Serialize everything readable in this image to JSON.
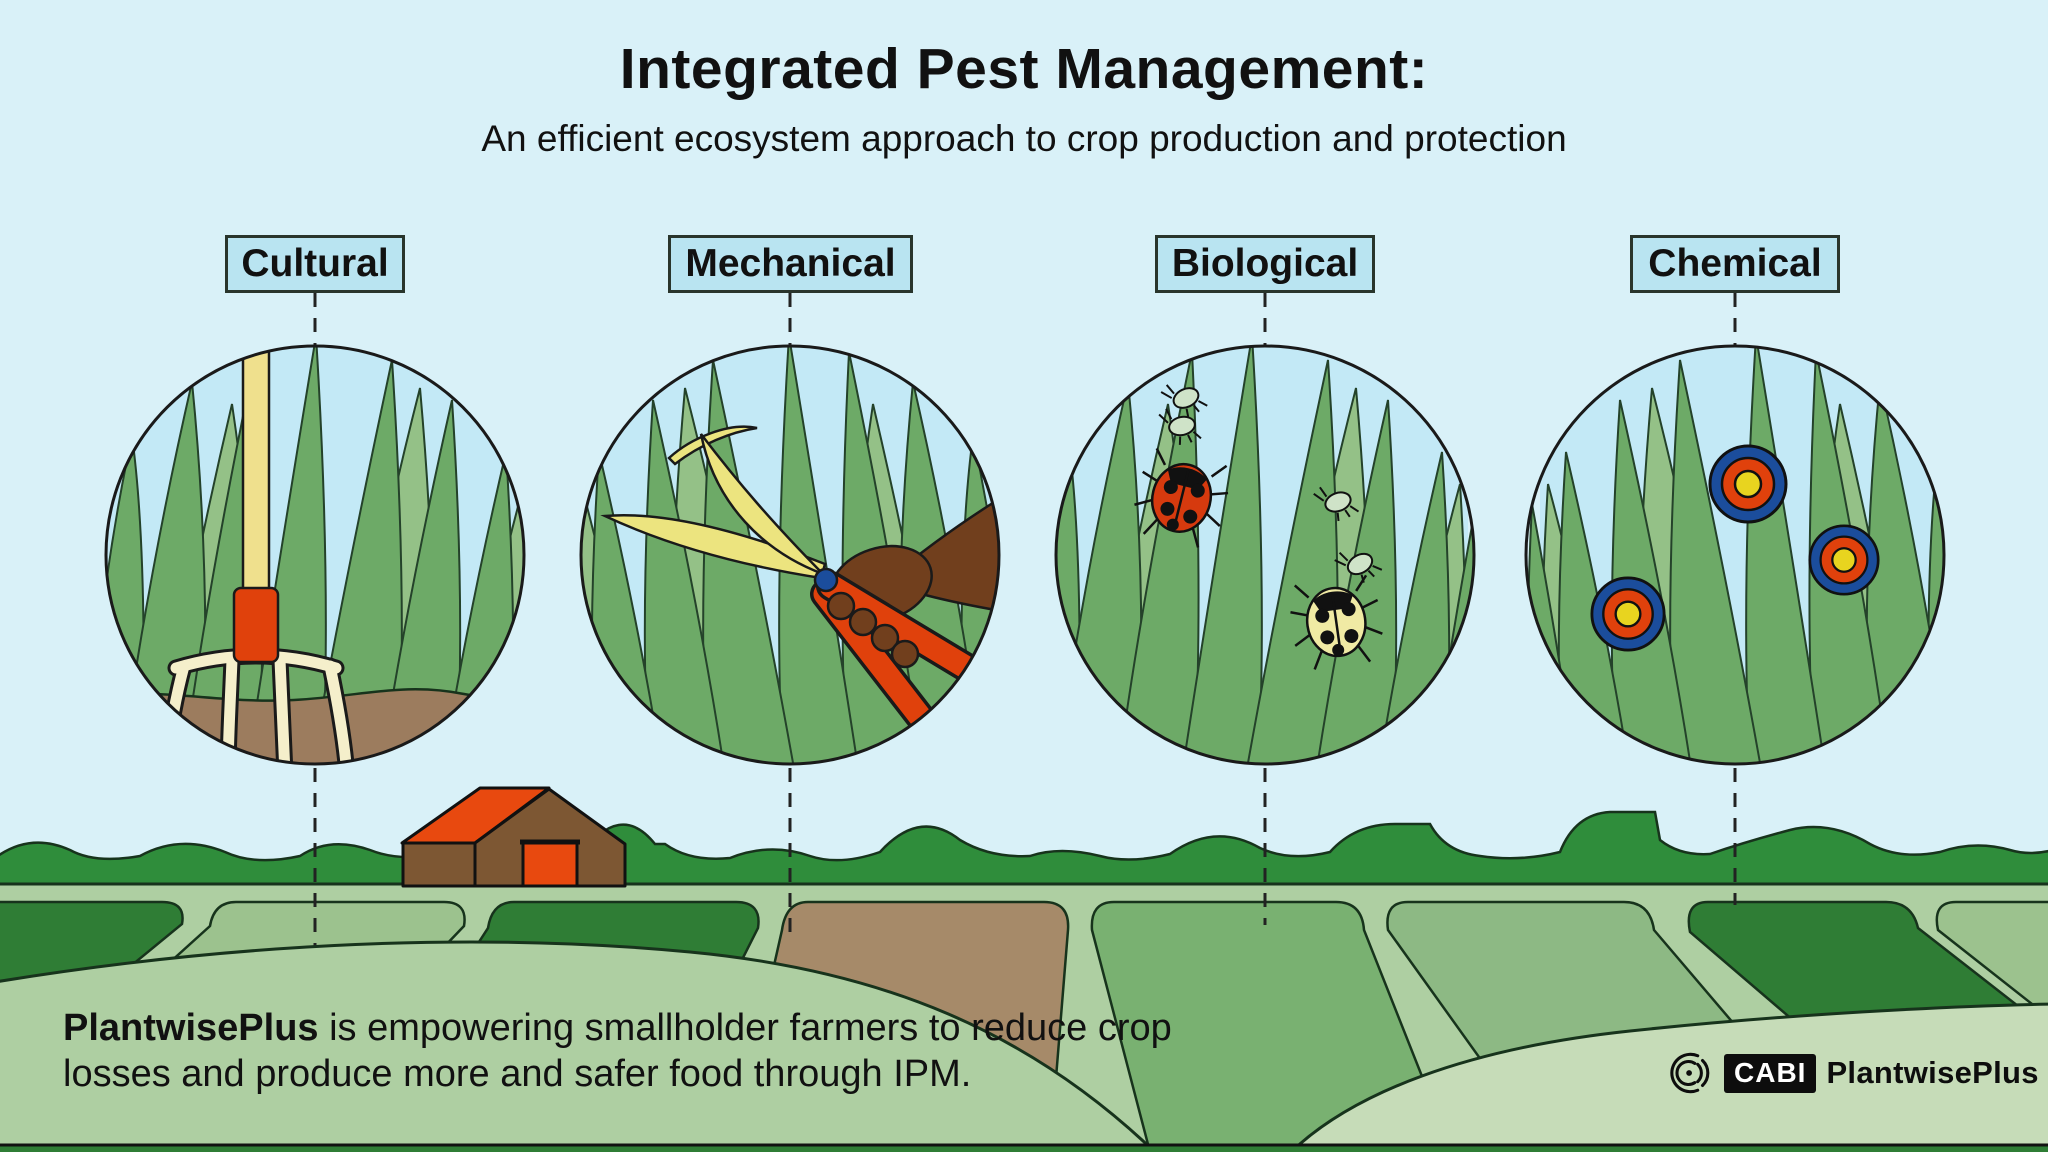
{
  "header": {
    "title": "Integrated Pest Management:",
    "subtitle": "An efficient ecosystem approach to crop production and protection"
  },
  "methods": [
    {
      "label": "Cultural",
      "illustration": "pitchfork-in-soil"
    },
    {
      "label": "Mechanical",
      "illustration": "hand-with-shears"
    },
    {
      "label": "Biological",
      "illustration": "ladybirds-eating-aphids"
    },
    {
      "label": "Chemical",
      "illustration": "targeted-pesticide-spots"
    }
  ],
  "footer": {
    "brand": "PlantwisePlus",
    "text": " is empowering smallholder farmers to reduce crop losses and produce more and safer food through IPM."
  },
  "logo": {
    "cabi": "CABI",
    "name": "PlantwisePlus"
  },
  "colors": {
    "sky": "#d9f1f8",
    "label-fill": "#b9e4f1",
    "circle-sky": "#c3e9f6",
    "grass-main": "#6daa67",
    "grass-light": "#94c187",
    "hedge": "#2f8d3b",
    "field-pale": "#aecfa2",
    "field-paler": "#c6dcb8",
    "field-sage": "#9cc28e",
    "field-dark": "#2f7d35",
    "field-med": "#79b171",
    "field-medlight": "#8db984",
    "field-brown": "#a68a69",
    "soil": "#9c7c5e",
    "accent-red": "#e0410c",
    "fork-handle": "#efe08d",
    "fork-cream": "#f5efcb",
    "blade-yellow": "#ece47f",
    "pivot-blue": "#1b4d9c",
    "skin": "#713f1d",
    "bug-red": "#d63a0e",
    "bug-yellow": "#f0eaa4",
    "aphid": "#cfe3c8",
    "barn-wall": "#7d5733",
    "barn-roof": "#e8490f",
    "target-yellow": "#e8d41f"
  }
}
